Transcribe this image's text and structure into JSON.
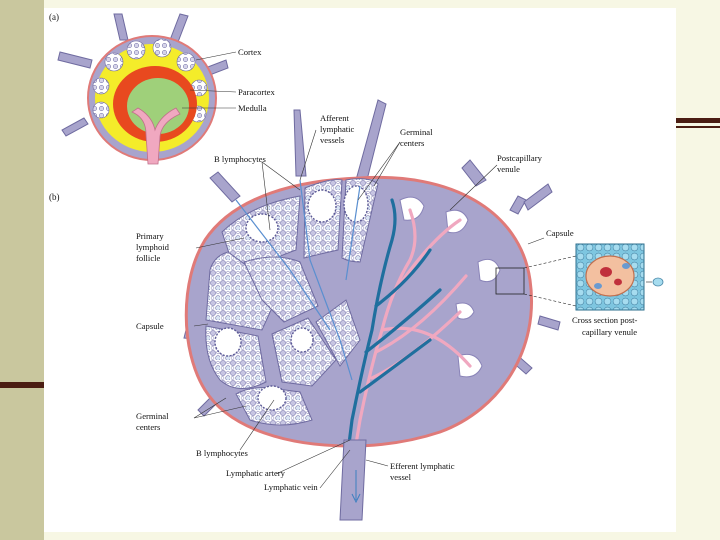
{
  "figure": {
    "panel_a": {
      "tag": "(a)",
      "labels": {
        "cortex": "Cortex",
        "paracortex": "Paracortex",
        "medulla": "Medulla"
      }
    },
    "panel_b": {
      "tag": "(b)",
      "labels": {
        "afferent": [
          "Afferent",
          "lymphatic",
          "vessels"
        ],
        "germinal_top": [
          "Germinal",
          "centers"
        ],
        "postcapillary": [
          "Postcapillary",
          "venule"
        ],
        "b_lymph_top": "B lymphocytes",
        "primary": [
          "Primary",
          "lymphoid",
          "follicle"
        ],
        "capsule_right": "Capsule",
        "capsule_left": "Capsule",
        "cross_section": [
          "Cross section post-",
          "capillary venule"
        ],
        "germinal_bottom": [
          "Germinal",
          "centers"
        ],
        "b_lymph_bottom": "B lymphocytes",
        "artery": "Lymphatic artery",
        "vein": "Lymphatic vein",
        "efferent": [
          "Efferent lymphatic",
          "vessel"
        ]
      }
    }
  },
  "colors": {
    "background": "#f7f7e4",
    "side_band": "#c9c79e",
    "rule": "#4b1d12",
    "node": "#a8a4cc",
    "capsule": "#e07a78",
    "cortex": "#f4ec2a",
    "paracortex": "#e8491f",
    "medulla": "#9fd07a",
    "artery": "#f0a8c0",
    "vein": "#1f6f9e"
  }
}
